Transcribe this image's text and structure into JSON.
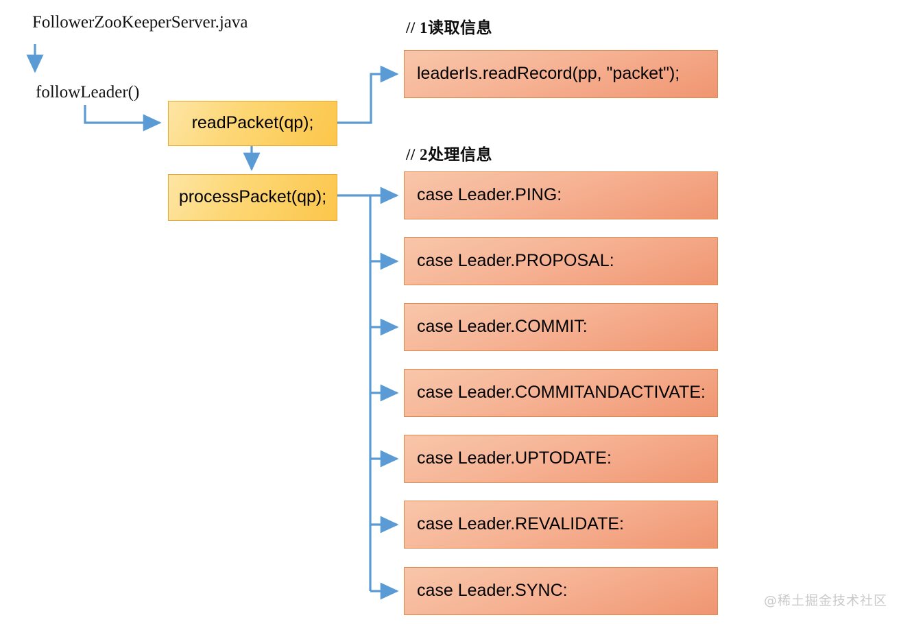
{
  "diagram": {
    "file_title": "FollowerZooKeeperServer.java",
    "entry_method": "followLeader()",
    "watermark": "@稀土掘金技术社区",
    "colors": {
      "arrow": "#5b9bd5",
      "yellow_fill": "#fdd878",
      "yellow_border": "#e8a72e",
      "orange_fill": "#f6b394",
      "orange_border": "#e08a4b",
      "text": "#000000"
    },
    "annotations": [
      {
        "id": "read",
        "text": "// 1读取信息"
      },
      {
        "id": "process",
        "text": "// 2处理信息"
      }
    ],
    "method_boxes": [
      {
        "id": "read-packet",
        "label": "readPacket(qp);"
      },
      {
        "id": "process-packet",
        "label": "processPacket(qp);"
      }
    ],
    "read_result_boxes": [
      {
        "id": "read-record",
        "label": "leaderIs.readRecord(pp, \"packet\");"
      }
    ],
    "case_boxes": [
      {
        "id": "case-ping",
        "label": "case Leader.PING:"
      },
      {
        "id": "case-proposal",
        "label": "case Leader.PROPOSAL:"
      },
      {
        "id": "case-commit",
        "label": "case Leader.COMMIT:"
      },
      {
        "id": "case-commitandactivate",
        "label": "case Leader.COMMITANDACTIVATE:"
      },
      {
        "id": "case-uptodate",
        "label": "case Leader.UPTODATE:"
      },
      {
        "id": "case-revalidate",
        "label": "case Leader.REVALIDATE:"
      },
      {
        "id": "case-sync",
        "label": "case Leader.SYNC:"
      }
    ]
  }
}
